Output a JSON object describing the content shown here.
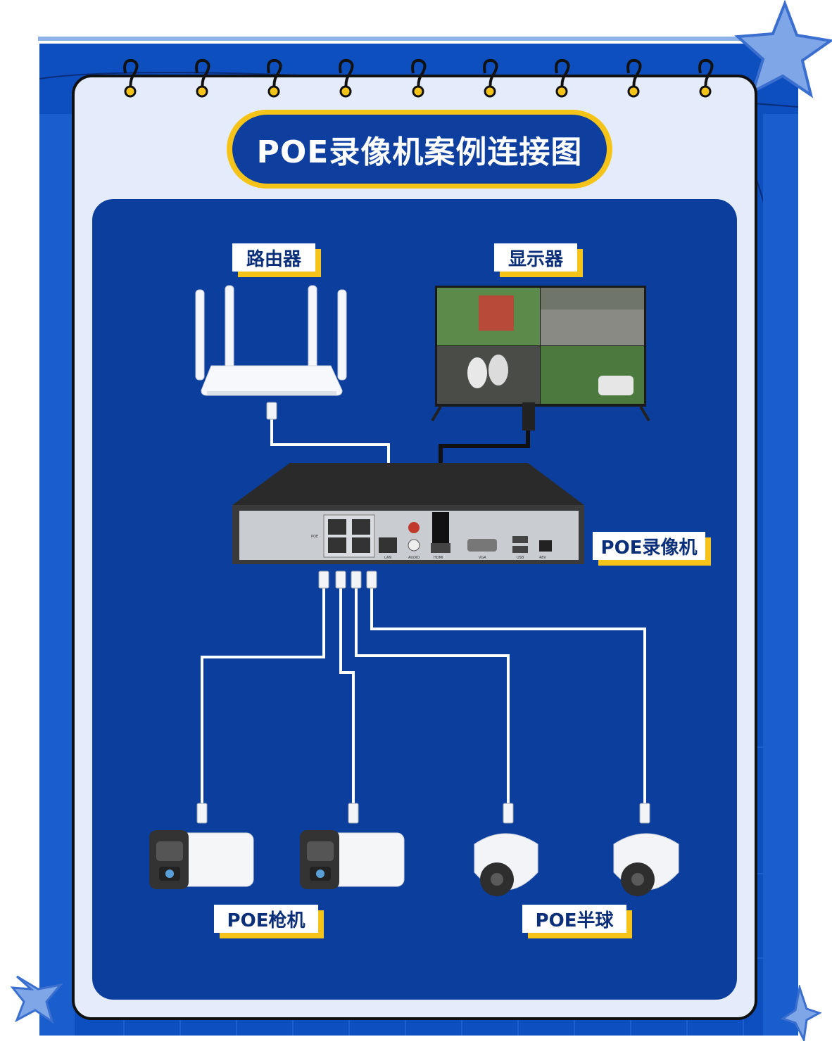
{
  "title": "POE录像机案例连接图",
  "nodes": {
    "router": {
      "label": "路由器"
    },
    "monitor": {
      "label": "显示器"
    },
    "nvr": {
      "label": "POE录像机",
      "ports": {
        "poe": "POE",
        "lan": "LAN",
        "audio": "AUDIO",
        "hdmi": "HDMI",
        "vga": "VGA",
        "usb": "USB",
        "power": "48V"
      }
    },
    "bullet_cameras": {
      "label": "POE枪机"
    },
    "dome_cameras": {
      "label": "POE半球"
    }
  },
  "colors": {
    "background": "#0d4fbf",
    "panel": "#0c3f9d",
    "accent": "#f6c419",
    "notebook": "#e4ecfb",
    "title_bg": "#0e3e9e"
  }
}
